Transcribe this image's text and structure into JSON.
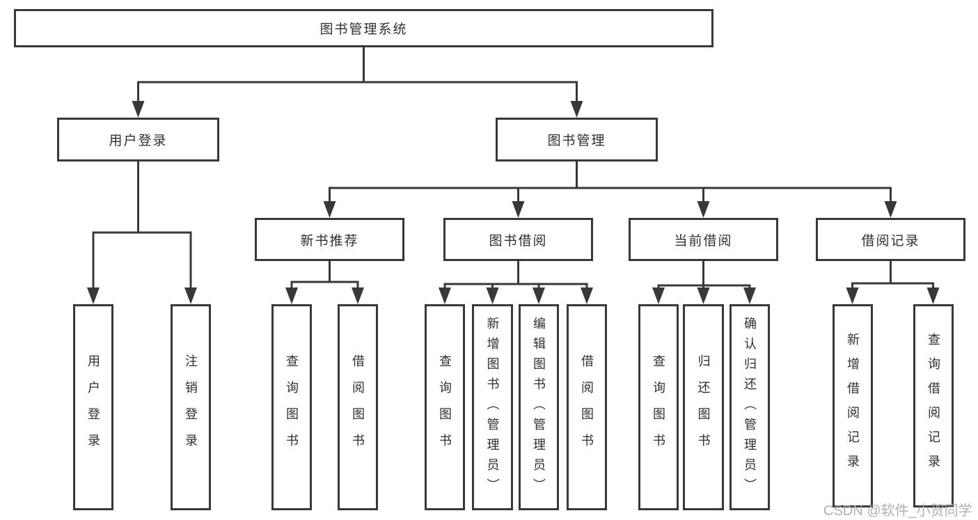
{
  "style": {
    "line_color": "#383838",
    "box_border_color": "#383838",
    "label_color": "#2f2f2f",
    "background": "#ffffff",
    "watermark_color": "#a8a8a8"
  },
  "watermark": {
    "text": "CSDN @软件_小贺同学"
  },
  "tree": {
    "root": {
      "label": "图书管理系统",
      "children": [
        {
          "label": "用户登录",
          "children": [
            {
              "label": "用户登录"
            },
            {
              "label": "注销登录"
            }
          ]
        },
        {
          "label": "图书管理",
          "children": [
            {
              "label": "新书推荐",
              "children": [
                {
                  "label": "查询图书"
                },
                {
                  "label": "借阅图书"
                }
              ]
            },
            {
              "label": "图书借阅",
              "children": [
                {
                  "label": "查询图书"
                },
                {
                  "label": "新增图书（管理员）"
                },
                {
                  "label": "编辑图书（管理员）"
                },
                {
                  "label": "借阅图书"
                }
              ]
            },
            {
              "label": "当前借阅",
              "children": [
                {
                  "label": "查询图书"
                },
                {
                  "label": "归还图书"
                },
                {
                  "label": "确认归还（管理员）"
                }
              ]
            },
            {
              "label": "借阅记录",
              "children": [
                {
                  "label": "新增借阅记录"
                },
                {
                  "label": "查询借阅记录"
                }
              ]
            }
          ]
        }
      ]
    }
  }
}
